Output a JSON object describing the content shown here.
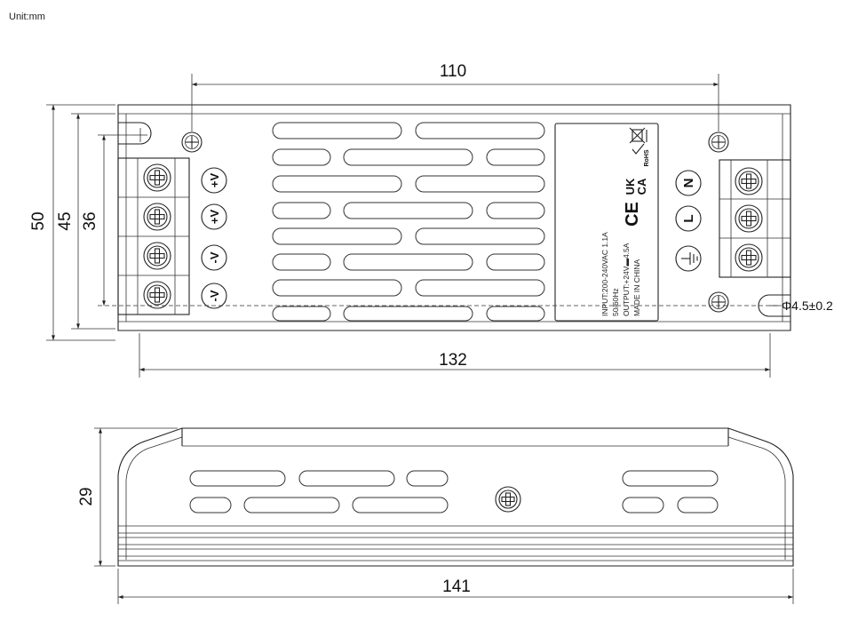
{
  "unit_label": "Unit:mm",
  "top_view": {
    "dimensions": {
      "width_hole_spacing": "110",
      "width_overall": "132",
      "height_overall": "50",
      "height_body": "45",
      "height_hole_spacing": "36",
      "hole_diameter": "Φ4.5±0.2"
    },
    "terminal_marks_left": [
      "+V",
      "+V",
      "-V",
      "-V"
    ],
    "terminal_marks_right": [
      "N",
      "L",
      "⏚"
    ],
    "label_plate": {
      "line1": "INPUT:200-240VAC  1.1A",
      "line2": "50/60Hz",
      "line3": "OUTPUT:+24V▬4.5A",
      "line4": "MADE  IN  CHINA",
      "cert_ce": "CE",
      "cert_ukca_top": "UK",
      "cert_ukca_bottom": "CA",
      "cert_rohs": "RoHS"
    }
  },
  "side_view": {
    "dimensions": {
      "height": "29",
      "length": "141"
    }
  }
}
